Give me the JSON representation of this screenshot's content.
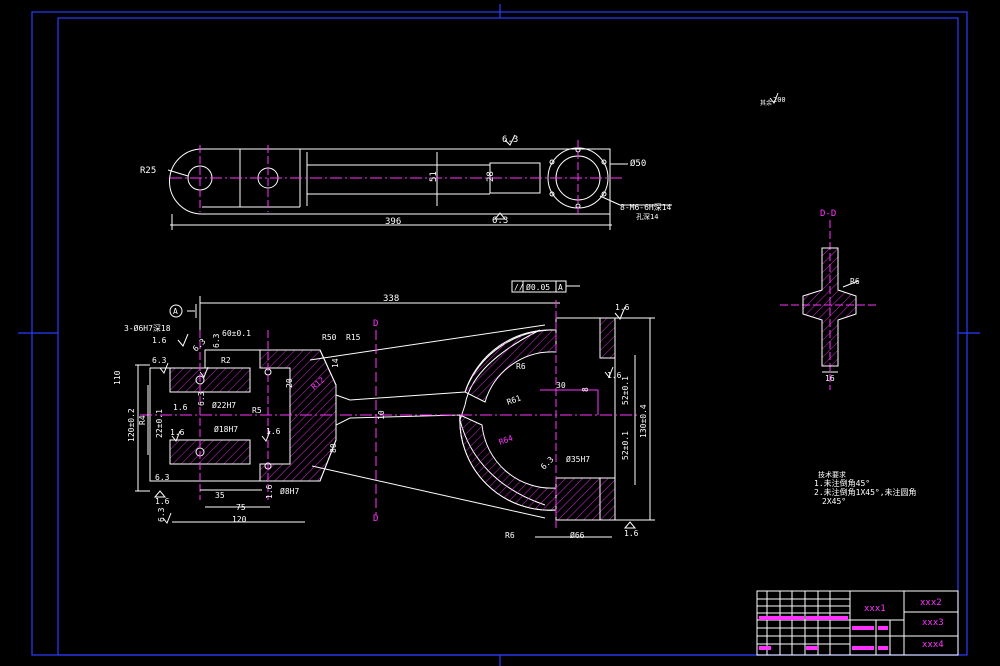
{
  "colors": {
    "background": "#000000",
    "border": "#2a3cff",
    "outline": "#ffffff",
    "dimension": "#ff33ff"
  },
  "top_view": {
    "radius_label": "R25",
    "roughness_top": "6.3",
    "roughness_bottom": "6.3",
    "dia_label": "Ø50",
    "thread_label": "8-M6-6H深14",
    "thread_depth": "孔深14",
    "length": "396",
    "dim_51": "51",
    "dim_28": "28"
  },
  "front_view": {
    "datum": "A",
    "dim_338": "338",
    "tolerance_frame": [
      "//",
      "Ø0.05",
      "A"
    ],
    "roughness_right_top": "1.6",
    "holes_label": "3-Ø6H7深18",
    "r2_label": "R2",
    "dim_60": "60±0.1",
    "r50": "R50",
    "r15": "R15",
    "r5": "R5",
    "r6": "R6",
    "r6_bottom": "R6",
    "r12": "R12",
    "r4": "R4",
    "r61": "R61",
    "r64": "R64",
    "dim_30": "30",
    "dim_8": "8",
    "dim_14": "14",
    "dim_20": "20",
    "dim_80": "80",
    "dim_10": "10",
    "dim_120h": "120±0.2",
    "dim_22": "22±0.1",
    "dim_110": "110",
    "dim_52a": "52±0.1",
    "dim_52b": "52±0.1",
    "dim_130": "130±0.4",
    "dia22": "Ø22H7",
    "dia18": "Ø18H7",
    "dia8": "Ø8H7",
    "dia35": "Ø35H7",
    "dia66": "Ø66",
    "dim_35": "35",
    "dim_75": "75",
    "dim_120": "120",
    "section_mark": "D",
    "rough_vals": [
      "1.6",
      "6.3",
      "6.3",
      "1.6",
      "1.6",
      "6.3",
      "1.6",
      "6.3",
      "1.6",
      "1.6",
      "6.3",
      "6.3",
      "1.6",
      "1.6",
      "6.3"
    ]
  },
  "section": {
    "title": "D-D",
    "radius": "R6",
    "width": "16"
  },
  "corner_note": {
    "value": "200",
    "prefix": "其余"
  },
  "tech_requirements": {
    "title": "技术要求",
    "items": [
      "1.未注倒角45°",
      "2.未注倒角1X45°,未注圆角",
      "2X45°"
    ]
  },
  "title_block": {
    "name": "xxx1",
    "code": "xxx2",
    "material": "xxx3",
    "org": "xxx4"
  }
}
